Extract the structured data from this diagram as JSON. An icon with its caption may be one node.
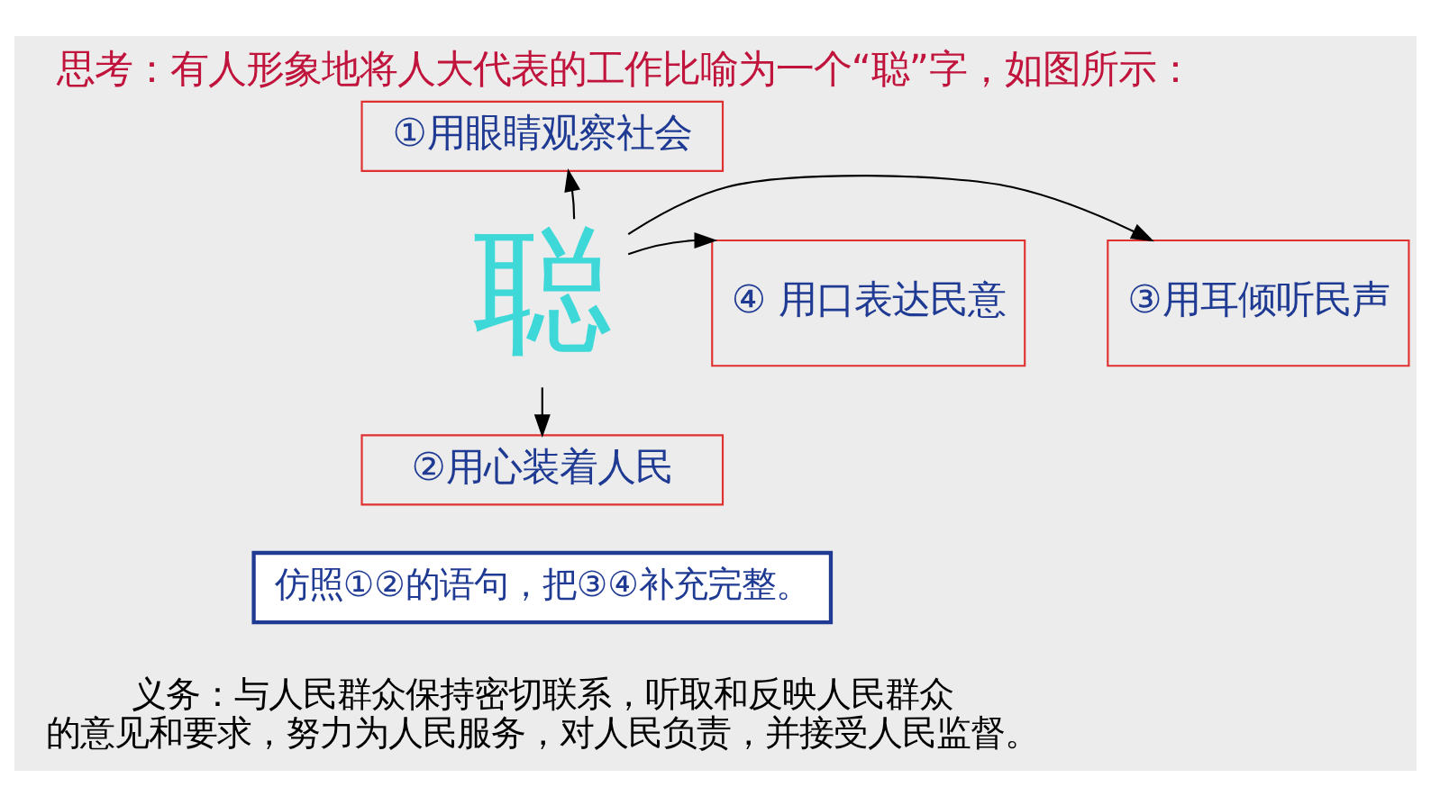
{
  "diagram": {
    "title": "思考：有人形象地将人大代表的工作比喻为一个“聪”字，如图所示：",
    "nodes": [
      {
        "text": [
          "聪"
        ]
      },
      {
        "text": [
          "①用眼睛观察社会"
        ]
      },
      {
        "text": [
          "③用耳倾听民声"
        ]
      },
      {
        "text": [
          "④ 用口表达民意"
        ]
      },
      {
        "text": [
          "②用心装着人民"
        ]
      }
    ],
    "edges": [
      {
        "from": 0,
        "to": 1,
        "arrow": "to"
      },
      {
        "from": 0,
        "to": 2,
        "arrow": "to"
      },
      {
        "from": 0,
        "to": 3,
        "arrow": "to"
      },
      {
        "from": 0,
        "to": 4,
        "arrow": "to"
      }
    ],
    "labels": [
      "仿照①②的语句，把③④补充完整。",
      "义务：与人民群众保持密切联系，听取和反映人民群众的意见和要求，努力为人民服务，对人民负责，并接受人民监督。"
    ]
  }
}
